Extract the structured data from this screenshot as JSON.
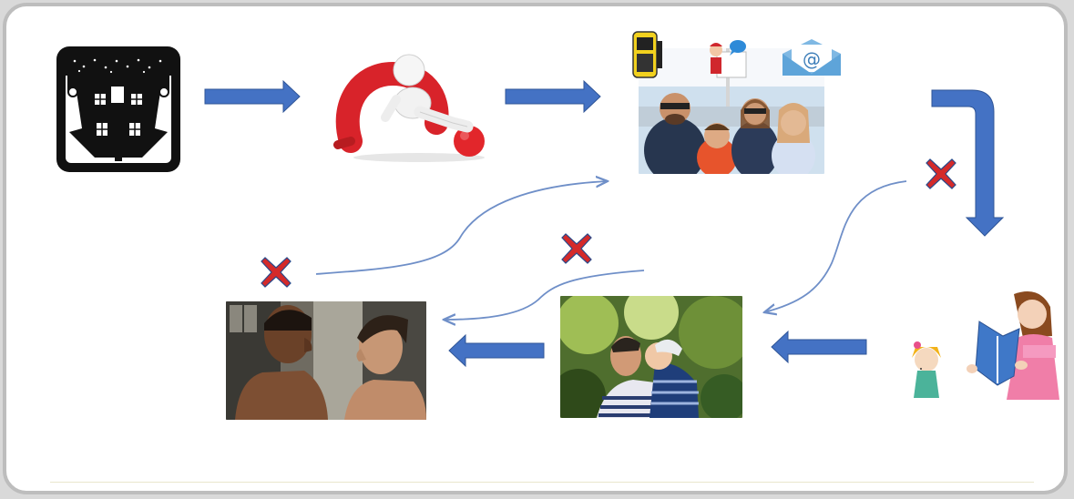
{
  "diagram": {
    "nodes": [
      {
        "id": "dark-house",
        "icon": "haunted-house-icon"
      },
      {
        "id": "thinking-question",
        "icon": "figure-on-question-mark-icon"
      },
      {
        "id": "family-photo",
        "icon": "family-photo",
        "badges": [
          "mobile-phone-icon",
          "chat-icon",
          "email-envelope-icon"
        ]
      },
      {
        "id": "mother-reading-to-child",
        "icon": "mother-reading-book-icon"
      },
      {
        "id": "father-and-son",
        "icon": "father-son-photo"
      },
      {
        "id": "two-men-confrontation",
        "icon": "confrontation-photo"
      }
    ],
    "connectors": [
      {
        "from": "dark-house",
        "to": "thinking-question",
        "style": "block-arrow"
      },
      {
        "from": "thinking-question",
        "to": "family-photo",
        "style": "block-arrow"
      },
      {
        "from": "family-photo",
        "to": "mother-reading-to-child",
        "style": "bent-block-arrow"
      },
      {
        "from": "mother-reading-to-child",
        "to": "father-and-son",
        "style": "block-arrow"
      },
      {
        "from": "father-and-son",
        "to": "two-men-confrontation",
        "style": "block-arrow"
      },
      {
        "from": "mother-reading-to-child",
        "to": "father-and-son",
        "style": "thin-curve",
        "blocked": true
      },
      {
        "from": "father-and-son",
        "to": "two-men-confrontation",
        "style": "thin-curve",
        "blocked": true
      },
      {
        "from": "two-men-confrontation",
        "to": "family-photo",
        "style": "thin-curve",
        "blocked": true
      }
    ],
    "colors": {
      "arrow": "#4472c4",
      "thin_arrow": "#6f8fc8",
      "cross": "#d42a2a",
      "cross_outline": "#2b4a8a"
    }
  }
}
